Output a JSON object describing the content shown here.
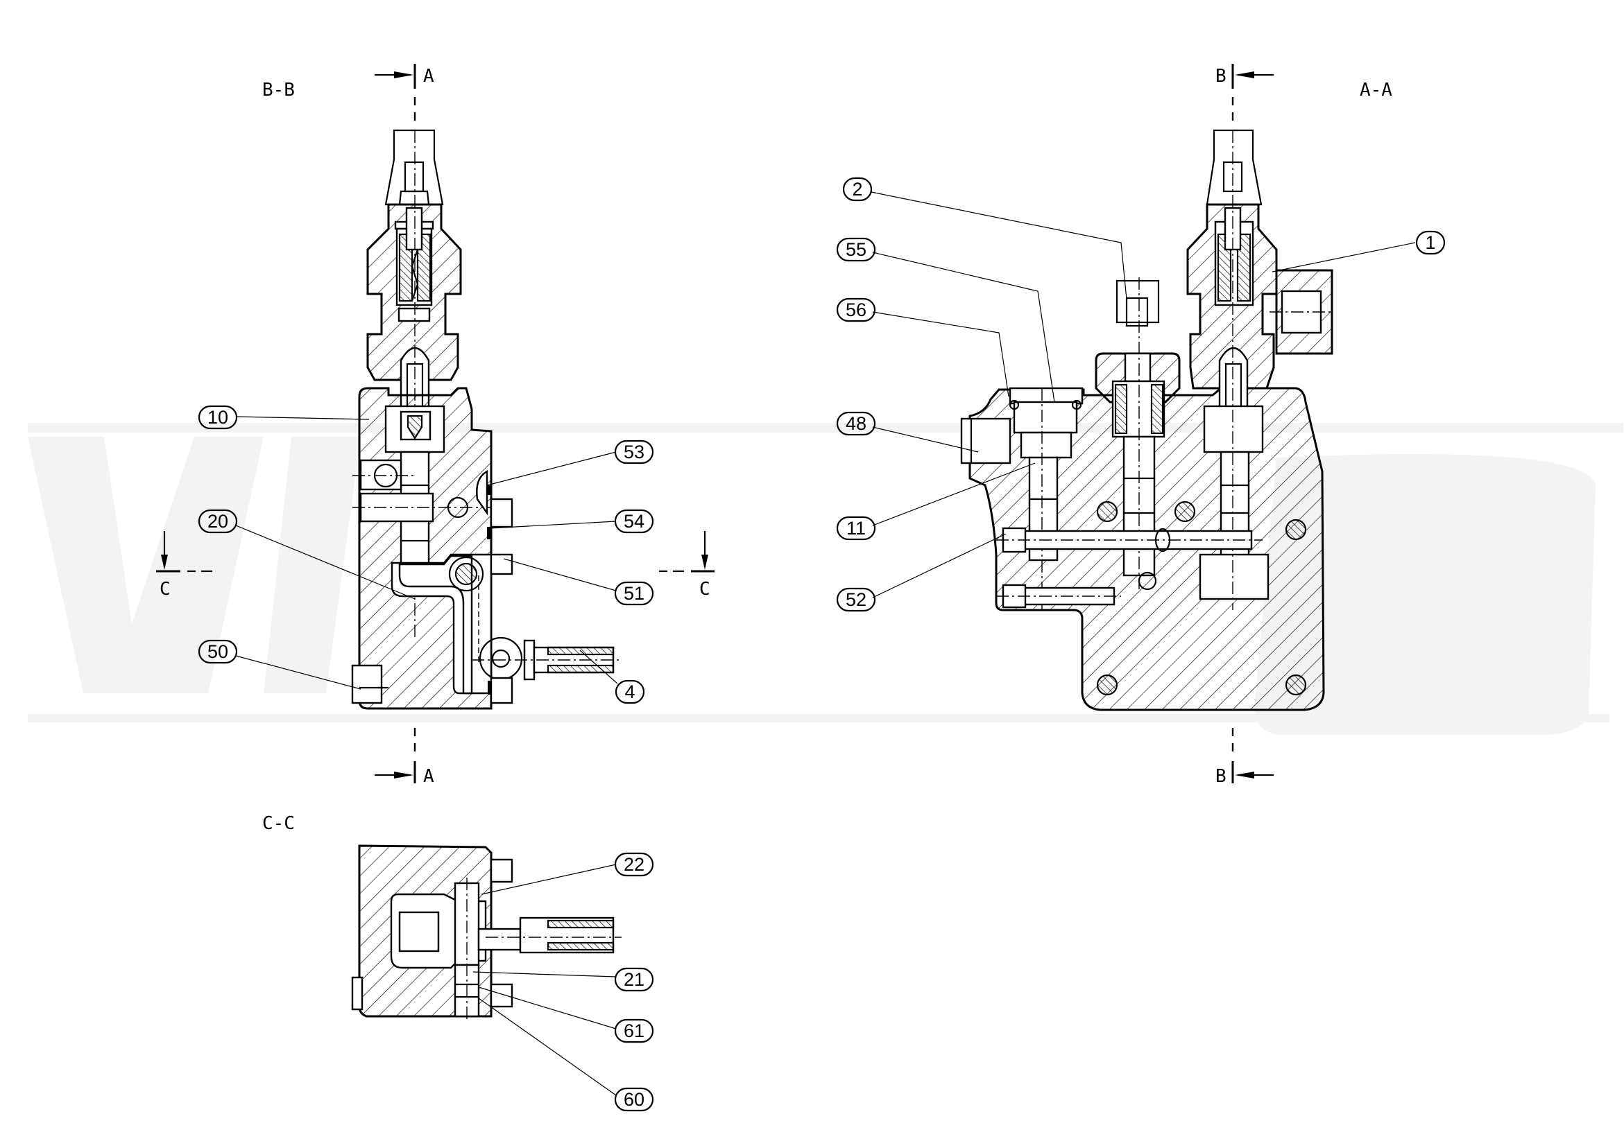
{
  "drawing": {
    "views": [
      {
        "id": "B-B",
        "label": "B-B"
      },
      {
        "id": "A-A",
        "label": "A-A"
      },
      {
        "id": "C-C",
        "label": "C-C"
      }
    ],
    "section_markers": {
      "a_top": "A",
      "a_bottom": "A",
      "b_top": "B",
      "b_bottom": "B",
      "c_left": "C",
      "c_right": "C"
    },
    "balloons": {
      "bb": [
        {
          "id": "10",
          "label": "10"
        },
        {
          "id": "20",
          "label": "20"
        },
        {
          "id": "50",
          "label": "50"
        },
        {
          "id": "53",
          "label": "53"
        },
        {
          "id": "54",
          "label": "54"
        },
        {
          "id": "51",
          "label": "51"
        },
        {
          "id": "4",
          "label": "4"
        }
      ],
      "aa": [
        {
          "id": "2",
          "label": "2"
        },
        {
          "id": "55",
          "label": "55"
        },
        {
          "id": "56",
          "label": "56"
        },
        {
          "id": "48",
          "label": "48"
        },
        {
          "id": "11",
          "label": "11"
        },
        {
          "id": "52",
          "label": "52"
        },
        {
          "id": "1",
          "label": "1"
        }
      ],
      "cc": [
        {
          "id": "22",
          "label": "22"
        },
        {
          "id": "21",
          "label": "21"
        },
        {
          "id": "61",
          "label": "61"
        },
        {
          "id": "60",
          "label": "60"
        }
      ]
    },
    "watermark": "Whakes",
    "colors": {
      "line": "#000000",
      "background": "#ffffff",
      "watermark": "#f3f3f3"
    }
  }
}
